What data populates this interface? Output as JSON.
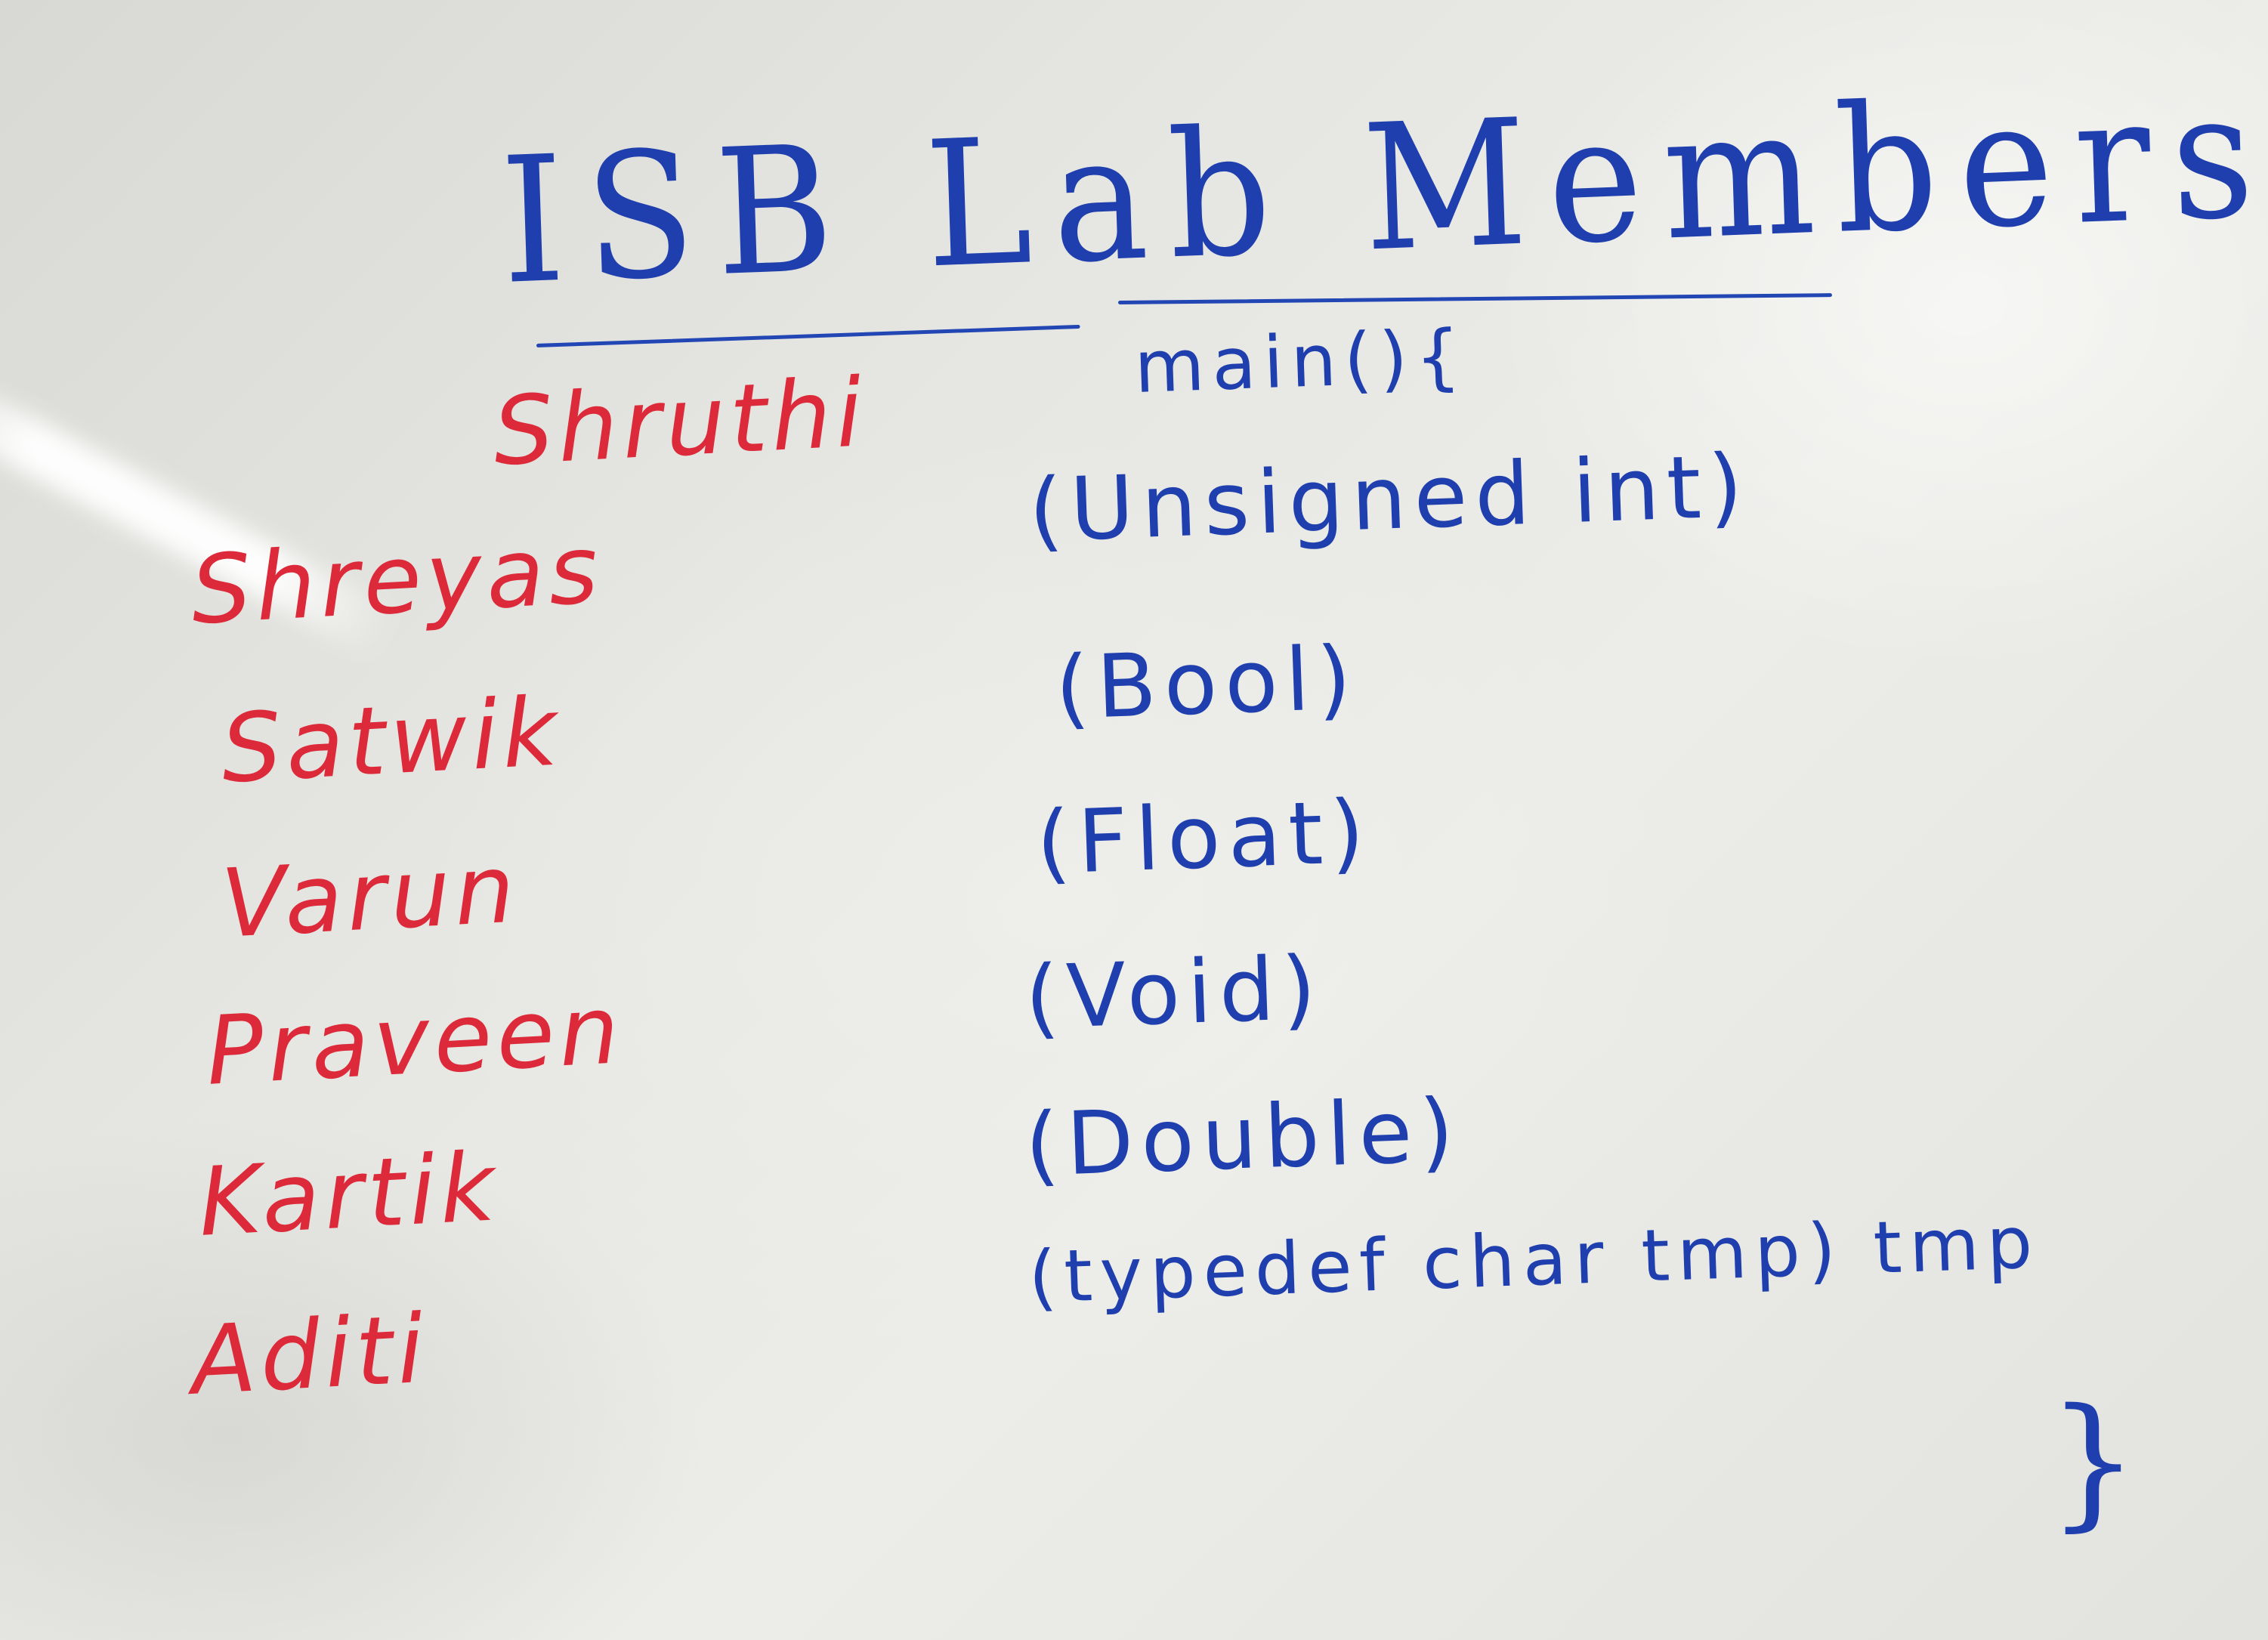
{
  "board": {
    "title": "ISB Lab Members",
    "names": [
      "Shruthi",
      "Shreyas",
      "Satwik",
      "Varun",
      "Praveen",
      "Kartik",
      "Aditi"
    ],
    "code": {
      "open": "main(){",
      "lines": [
        "(Unsigned int)",
        "(Bool)",
        "(Float)",
        "(Void)",
        "(Double)",
        "(typedef char tmp) tmp"
      ],
      "close": "}"
    },
    "colors": {
      "blue_ink": "#1f3fae",
      "red_ink": "#dd2a3a",
      "board": "#e6e6e2"
    }
  }
}
